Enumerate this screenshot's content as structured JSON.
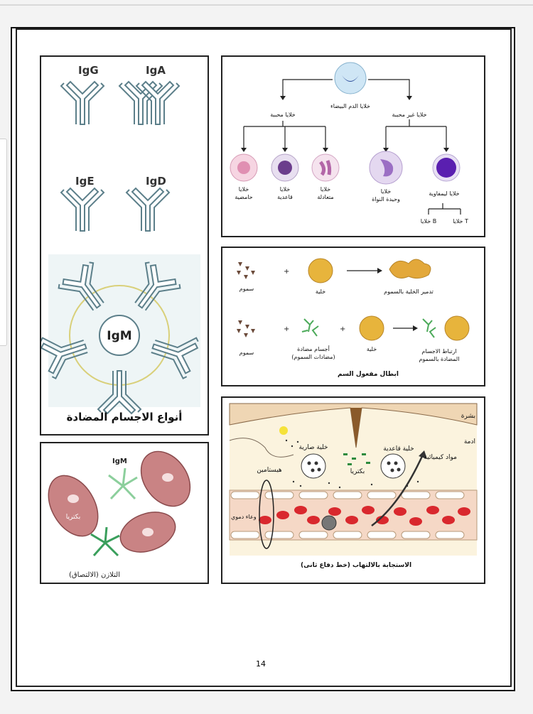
{
  "page_number": "14",
  "antibodies": {
    "labels": [
      "IgG",
      "IgA",
      "IgE",
      "IgD"
    ],
    "igm_label": "IgM",
    "caption": "أنواع الاجسام المضادة"
  },
  "agglutination": {
    "igm_label": "IgM",
    "bacteria_label": "بكتريا",
    "caption": "التلازن (الالتصاق)"
  },
  "wbc": {
    "root": "خلايا الدم البيضاء",
    "branch_granular": "خلايا محببة",
    "branch_agranular": "خلايا غير محببة",
    "cells": [
      {
        "line1": "خلايا",
        "line2": "حامضية",
        "color": "#e08fb2"
      },
      {
        "line1": "خلايا",
        "line2": "قاعدية",
        "color": "#6b3d8c"
      },
      {
        "line1": "خلايا",
        "line2": "متعادلة",
        "color": "#b366a8"
      },
      {
        "line1": "خلايا",
        "line2": "وحيدة النواة",
        "color": "#9b6fc4"
      },
      {
        "line1": "خلايا ليمفاوية",
        "line2": "",
        "color": "#5a1fb0"
      }
    ],
    "b_cells": "خلايا B",
    "t_cells": "خلايا T"
  },
  "toxin": {
    "row1": {
      "toxins": "سموم",
      "cell": "خلية",
      "result": "تدمير الخلية بالسموم"
    },
    "row2": {
      "toxins": "سموم",
      "antibodies_line1": "أجسام مضادة",
      "antibodies_line2": "(مضادات السموم)",
      "cell": "خلية",
      "result_line1": "ارتباط الاجسام",
      "result_line2": "المضادة بالسموم"
    },
    "caption": "ابطال مفعول السم"
  },
  "inflammation": {
    "epidermis": "بشرة",
    "dermis": "ادمة",
    "chemicals": "مواد كيميائية",
    "mast_cell": "خلية صارية",
    "basophil": "خلية قاعدية",
    "bacteria": "بكتريا",
    "histamine": "هيستامين",
    "vessel": "وعاء دموي",
    "caption": "الاستجابة بالالتهاب (خط دفاع ثانى)"
  }
}
